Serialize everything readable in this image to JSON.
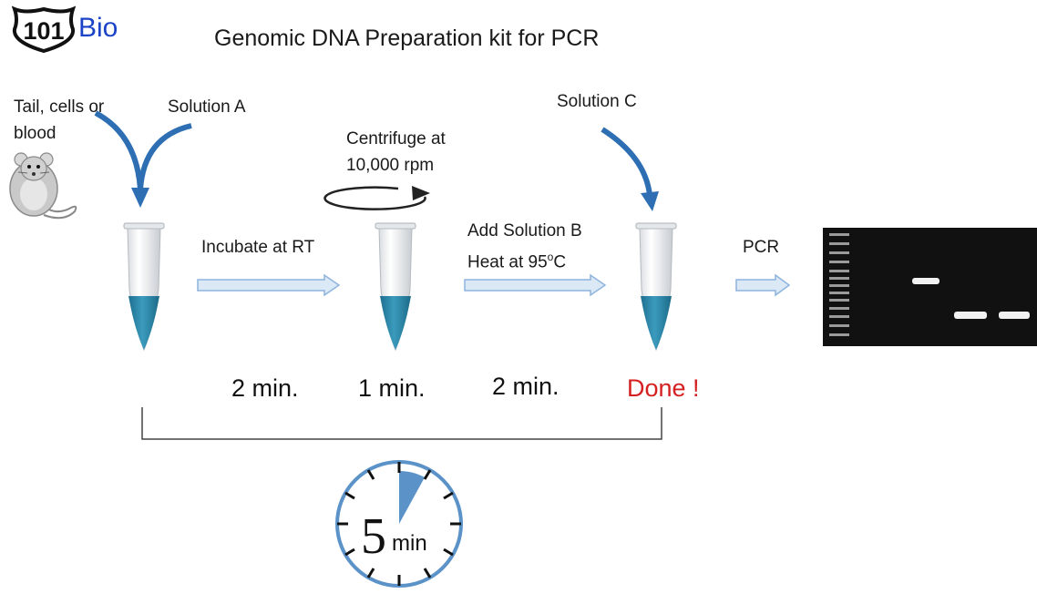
{
  "logo": {
    "number": "101",
    "name": "Bio"
  },
  "title": "Genomic DNA Preparation kit for PCR",
  "inputs": {
    "sample": [
      "Tail, cells or",
      "blood"
    ],
    "solution_a": "Solution A",
    "solution_c": "Solution C"
  },
  "steps": {
    "incubate": "Incubate at RT",
    "centrifuge": [
      "Centrifuge at",
      "10,000 rpm"
    ],
    "add_b": "Add Solution B",
    "heat": "Heat at 95",
    "heat_sup": "o",
    "heat_unit": "C",
    "pcr": "PCR"
  },
  "times": {
    "t1": "2 min.",
    "t2": "1 min.",
    "t3": "2 min.",
    "done": "Done !"
  },
  "timer": {
    "value": "5",
    "unit": "min"
  },
  "colors": {
    "arrow_blue": "#2e6fb4",
    "liquid_blue": "#2a84a6",
    "process_arrow_fill": "#dbe9f7",
    "process_arrow_stroke": "#8eb4dd",
    "done_red": "#d42020",
    "logo_blue": "#1a43c8",
    "timer_ring": "#5b93c9"
  }
}
